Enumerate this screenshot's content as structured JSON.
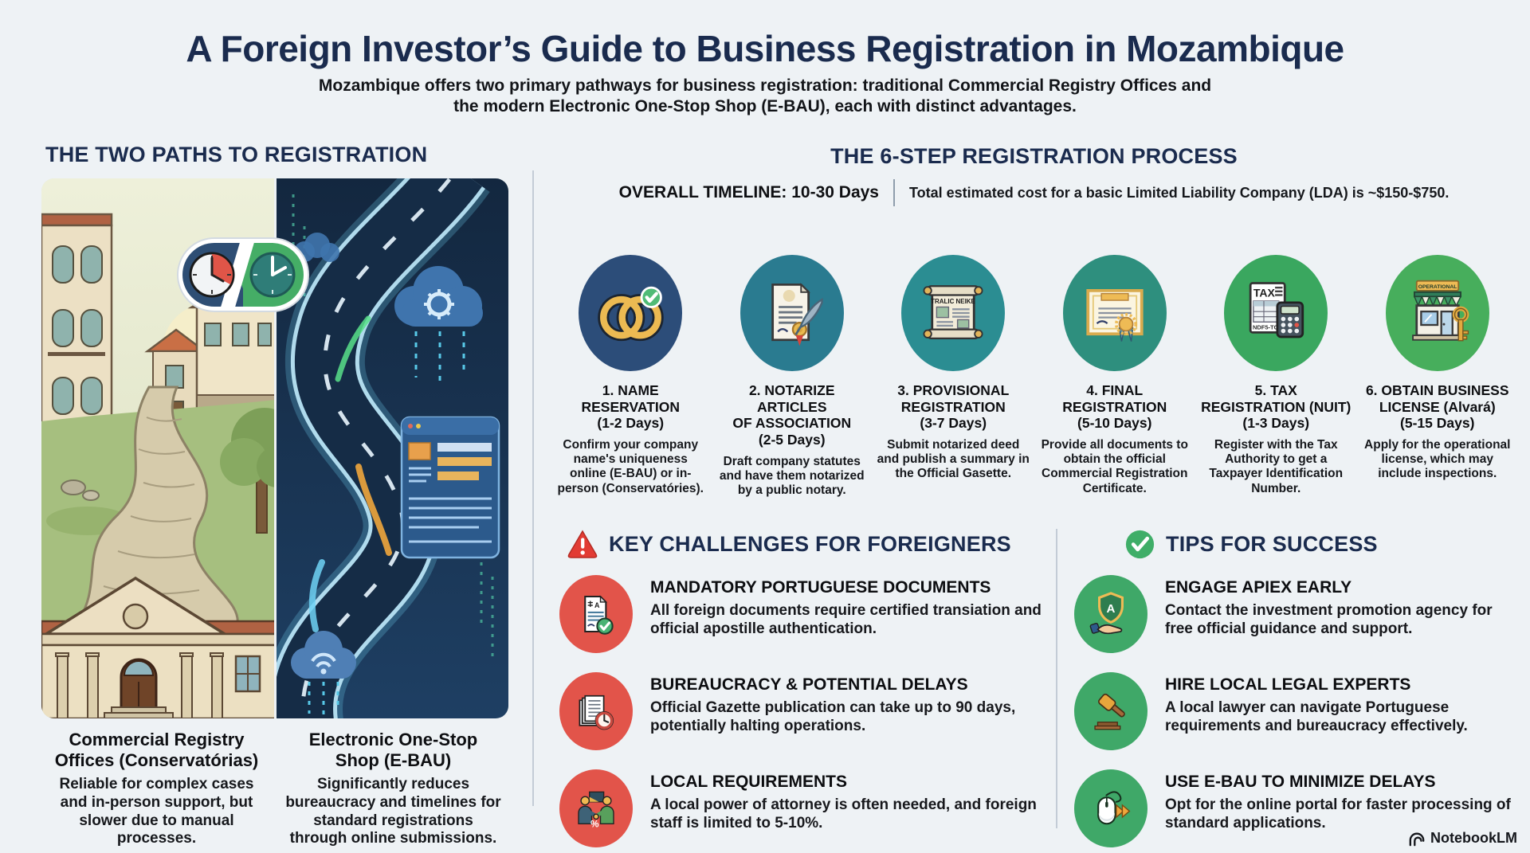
{
  "page": {
    "title": "A Foreign Investor’s Guide to Business Registration in Mozambique",
    "subtitle_line1": "Mozambique offers two primary pathways for business registration: traditional Commercial Registry Offices and",
    "subtitle_line2": "the modern Electronic One-Stop Shop (E-BAU), each with distinct advantages."
  },
  "colors": {
    "background": "#eef2f5",
    "heading_navy": "#1a2b4e",
    "body_text": "#15171c",
    "challenge_accent": "#e2544a",
    "tip_accent": "#3fa868",
    "warning_red": "#e23c34",
    "divider": "#c3ccd6",
    "step_circle_colors": [
      "#2c4d79",
      "#2a7b90",
      "#2b8d92",
      "#2e8f7e",
      "#3aa75f",
      "#47ae5c"
    ]
  },
  "left_panel": {
    "heading": "THE TWO PATHS TO REGISTRATION",
    "paths": [
      {
        "title": "Commercial Registry\nOffices (Conservatórias)",
        "description": "Reliable for complex cases and in-person support, but slower due to manual processes."
      },
      {
        "title": "Electronic One-Stop\nShop (E-BAU)",
        "description": "Significantly reduces bureaucracy and timelines for standard registrations through online submissions."
      }
    ]
  },
  "process": {
    "heading": "THE 6-STEP REGISTRATION PROCESS",
    "timeline_label": "OVERALL TIMELINE: 10-30 Days",
    "cost_note": "Total estimated cost for a basic Limited Liability Company (LDA) is ~$150-$750.",
    "steps": [
      {
        "title": "1. NAME\nRESERVATION\n(1-2 Days)",
        "description": "Confirm your company name's uniqueness online (E-BAU) or in-person (Conservatóries).",
        "icon": "rings-check-icon"
      },
      {
        "title": "2. NOTARIZE ARTICLES\nOF ASSOCIATION\n(2-5 Days)",
        "description": "Draft company statutes and have them notarized by a public notary.",
        "icon": "notary-document-icon"
      },
      {
        "title": "3. PROVISIONAL\nREGISTRATION\n(3-7 Days)",
        "description": "Submit notarized deed and publish a summary in the Official Gasette.",
        "icon": "gazette-scroll-icon",
        "scroll_text": "TRALIC NEIKE"
      },
      {
        "title": "4. FINAL\nREGISTRATION\n(5-10 Days)",
        "description": "Provide all documents to obtain the official Commercial Registration Certificate.",
        "icon": "certificate-icon"
      },
      {
        "title": "5. TAX\nREGISTRATION (NUIT)\n(1-3 Days)",
        "description": "Register with the Tax Authority to get a Taxpayer Identification Number.",
        "icon": "tax-calculator-icon",
        "paper_label": "TAX",
        "paper_sub": "NDF5-TO"
      },
      {
        "title": "6. OBTAIN BUSINESS\nLICENSE (Alvará)\n(5-15 Days)",
        "description": "Apply for the operational license, which may include inspections.",
        "icon": "storefront-key-icon",
        "banner_text": "OPERATIONAL"
      }
    ]
  },
  "challenges": {
    "heading": "KEY CHALLENGES FOR FOREIGNERS",
    "items": [
      {
        "title": "MANDATORY PORTUGUESE DOCUMENTS",
        "description": "All foreign documents require certified transiation and official apostille authentication.",
        "icon": "translated-document-check-icon"
      },
      {
        "title": "BUREAUCRACY & POTENTIAL DELAYS",
        "description": "Official Gazette publication can take up to 90 days, potentially halting operations.",
        "icon": "documents-clock-icon"
      },
      {
        "title": "LOCAL REQUIREMENTS",
        "description": "A local power of attorney is often needed, and foreign staff is limited to 5-10%.",
        "icon": "handshake-percent-icon"
      }
    ]
  },
  "tips": {
    "heading": "TIPS FOR SUCCESS",
    "items": [
      {
        "title": "ENGAGE APIEX EARLY",
        "description": "Contact the investment promotion agency for free official guidance and support.",
        "icon": "shield-hand-icon"
      },
      {
        "title": "HIRE LOCAL LEGAL EXPERTS",
        "description": "A local lawyer can navigate Portuguese requirements and bureaucracy effectively.",
        "icon": "gavel-icon"
      },
      {
        "title": "USE E-BAU TO MINIMIZE DELAYS",
        "description": "Opt for the online portal for faster processing of standard applications.",
        "icon": "mouse-fast-forward-icon"
      }
    ]
  },
  "footer": {
    "brand": "NotebookLM"
  }
}
